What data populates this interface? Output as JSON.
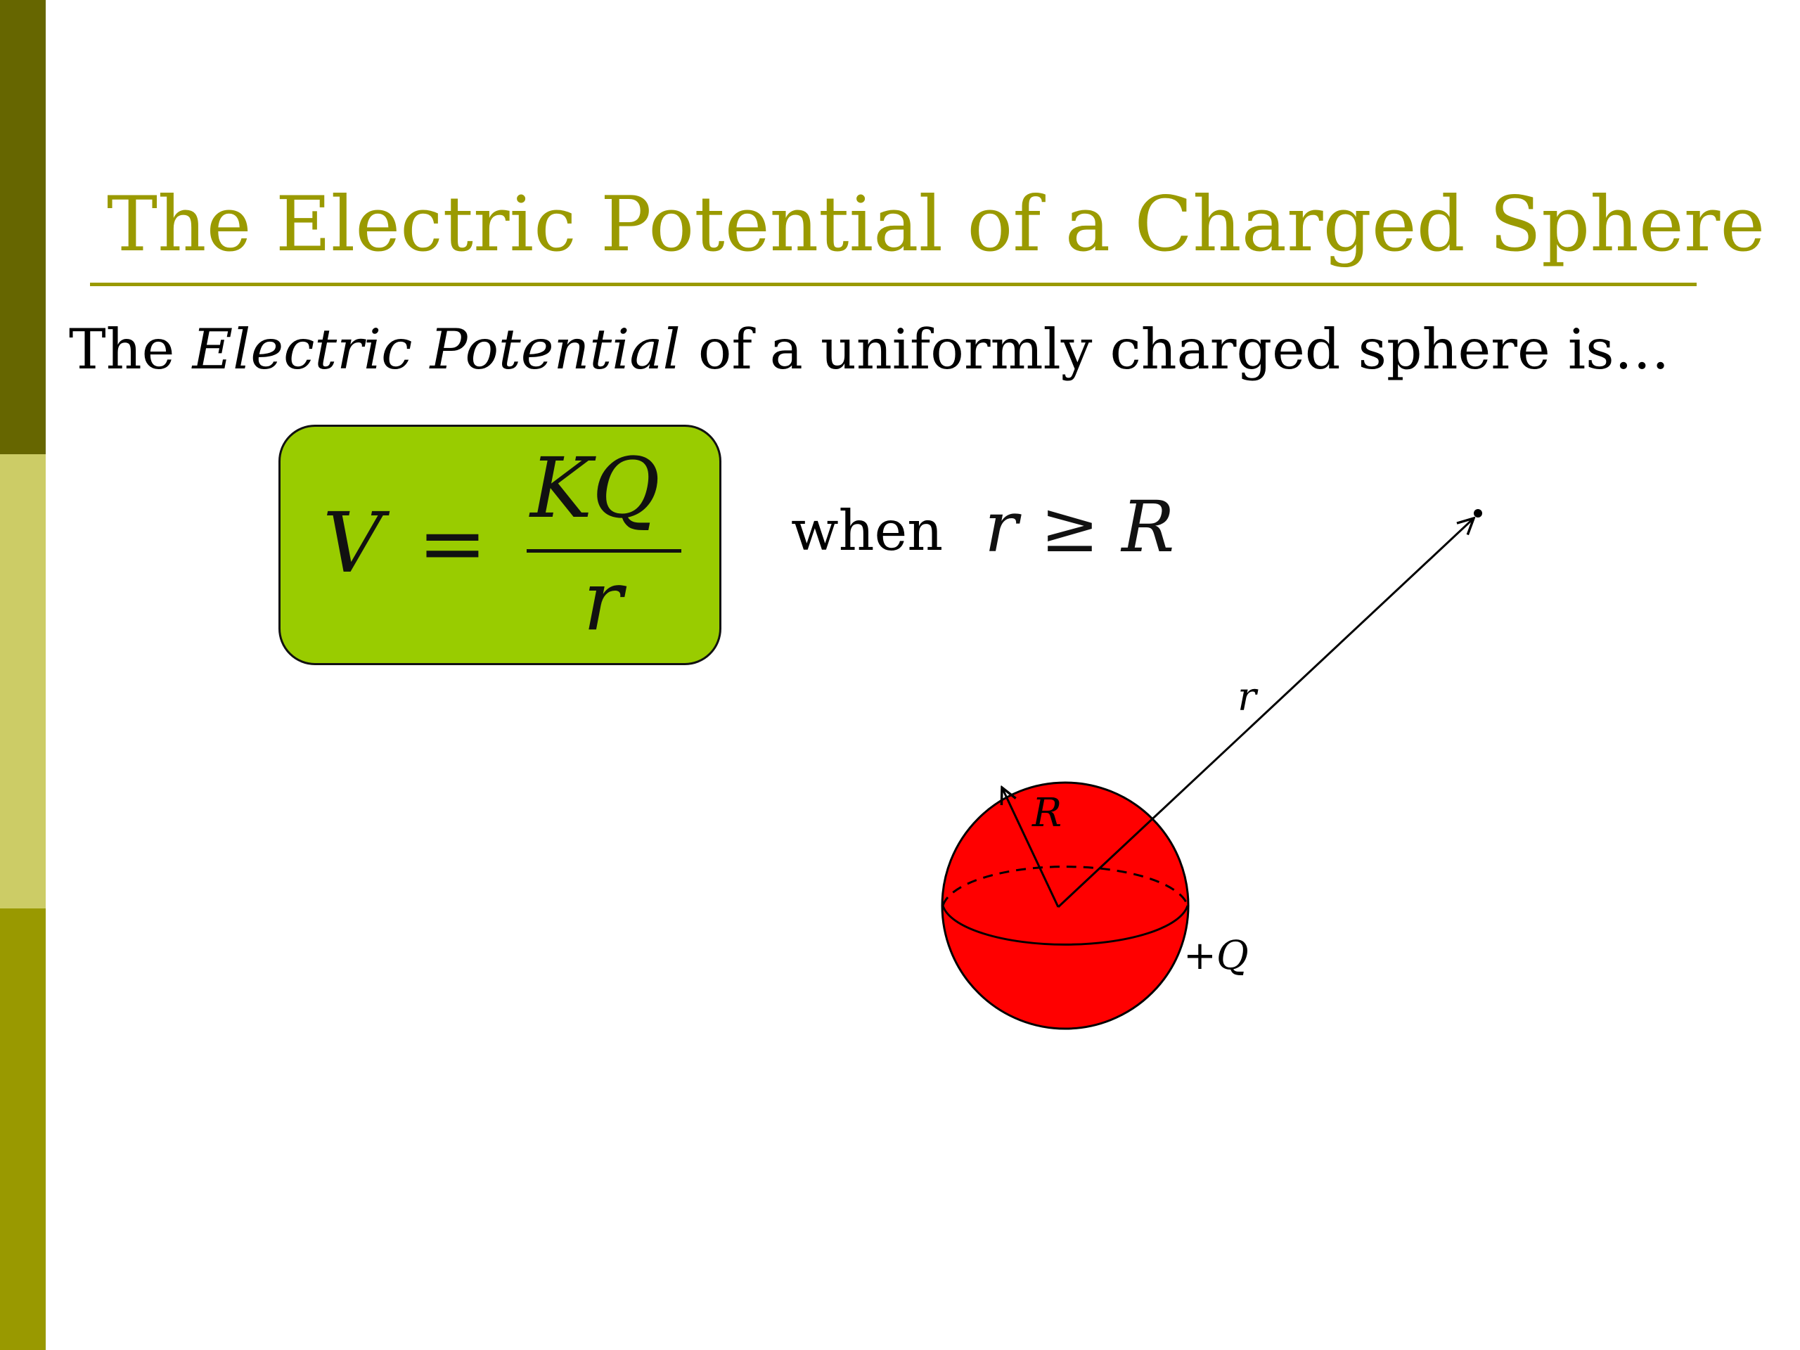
{
  "slide": {
    "title": "The Electric Potential of a Charged Sphere",
    "body": {
      "lead": "The ",
      "emphasis": "Electric Potential",
      "rest": " of a uniformly charged sphere is…"
    },
    "formula": {
      "lhs": "V",
      "equals": "=",
      "numerator": "KQ",
      "denominator": "r"
    },
    "condition": {
      "word": "when",
      "expression": "r ≥ R"
    },
    "diagram": {
      "radius_label": "R",
      "distance_label": "r",
      "charge_label": "+Q"
    }
  },
  "colors": {
    "title": "#9a9a00",
    "rule": "#9a9a00",
    "sidebar_top": "#666600",
    "sidebar_mid": "#cccc66",
    "sidebar_bottom": "#999900",
    "formula_fill": "#99cc00",
    "sphere_fill": "#ff0000"
  }
}
